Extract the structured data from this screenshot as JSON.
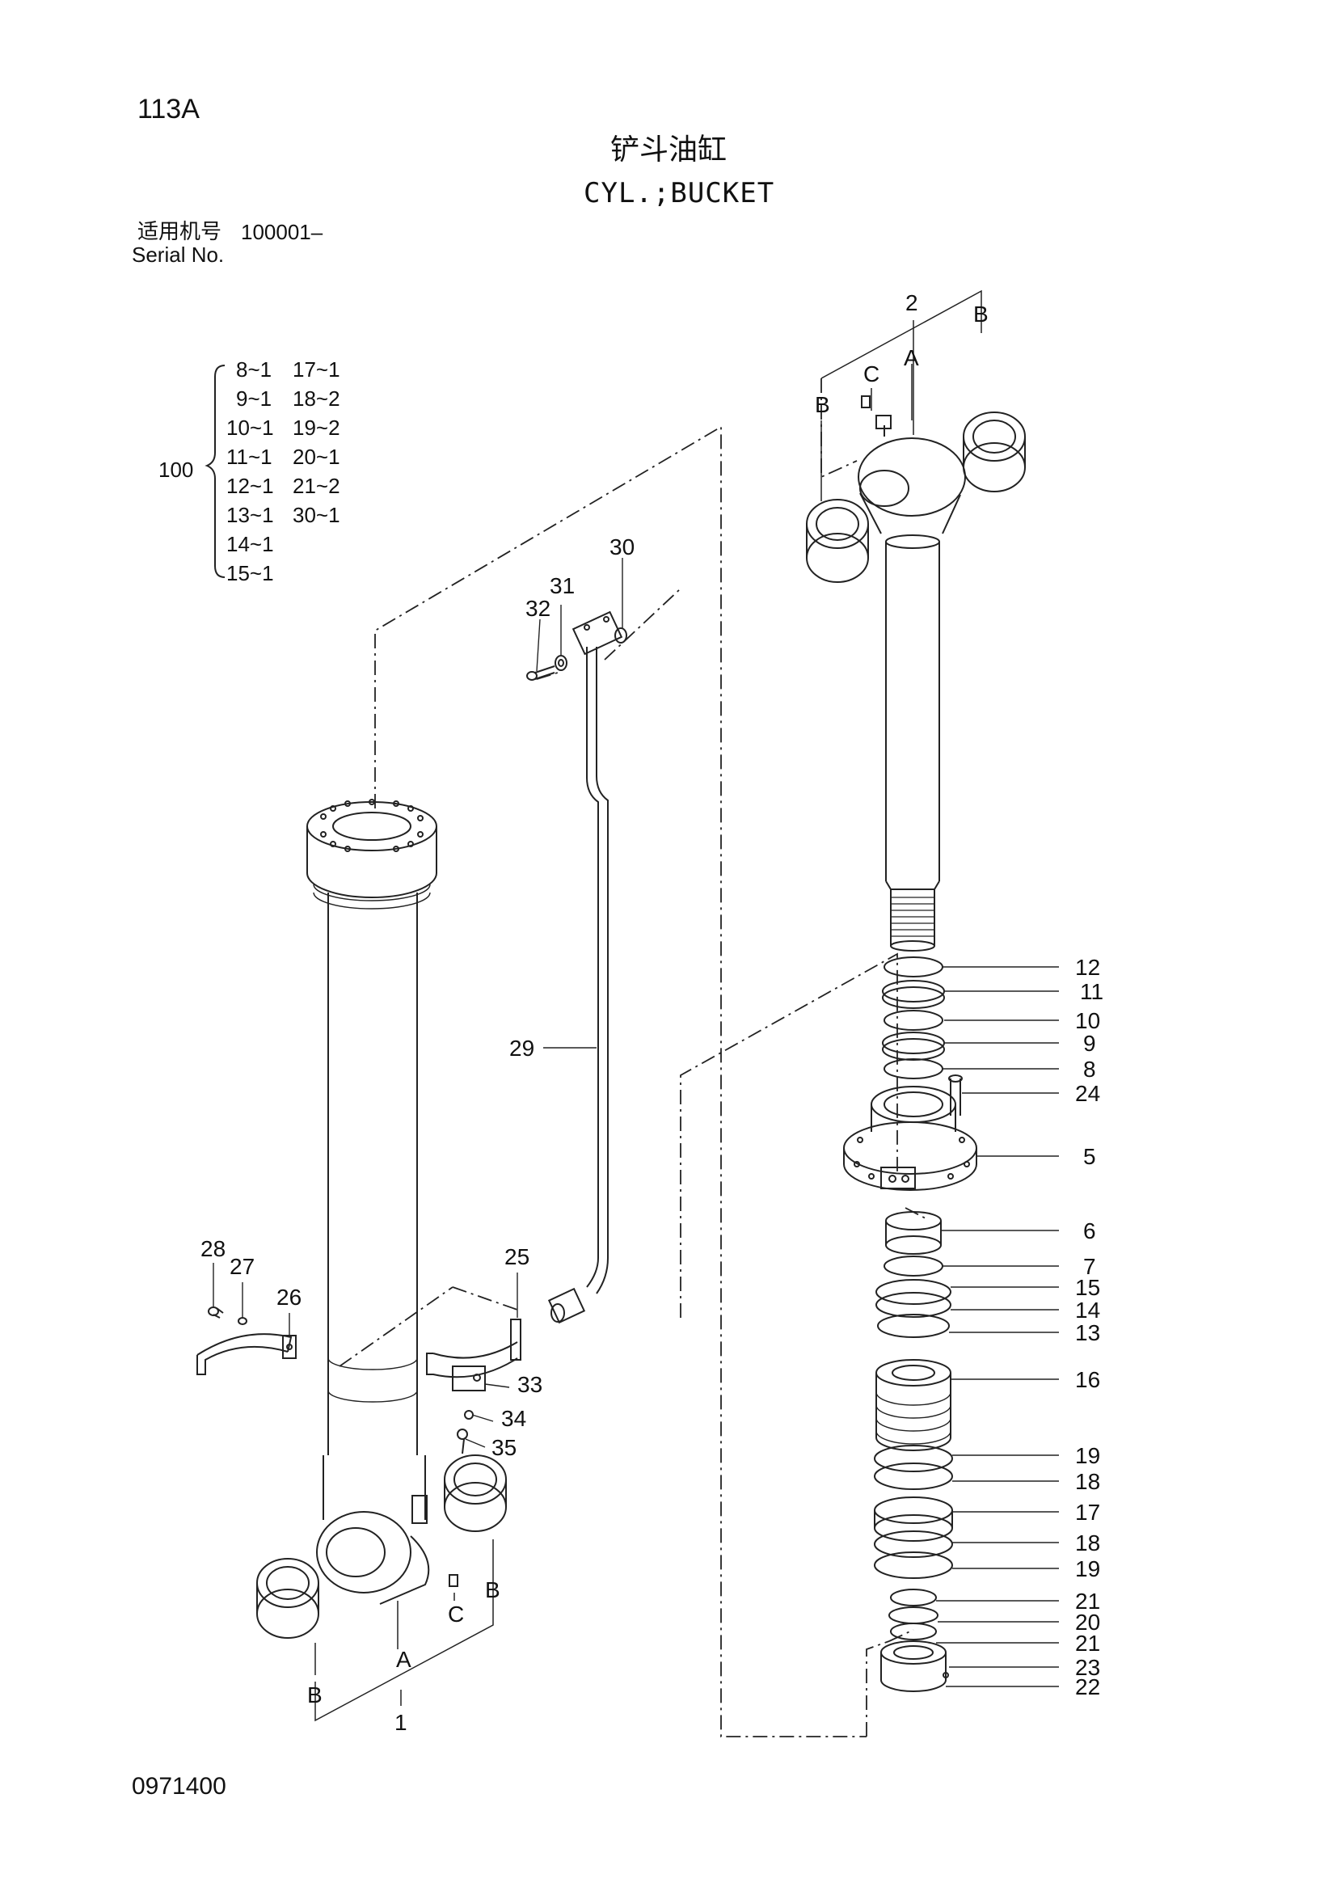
{
  "header": {
    "page_number": "113A",
    "title_cn": "铲斗油缸",
    "title_en": "CYL.;BUCKET",
    "serial_label_cn": "适用机号",
    "serial_value": "100001–",
    "serial_label_en": "Serial No."
  },
  "kit": {
    "label": "100",
    "col1": [
      "8~1",
      "9~1",
      "10~1",
      "11~1",
      "12~1",
      "13~1",
      "14~1",
      "15~1"
    ],
    "col2": [
      "17~1",
      "18~2",
      "19~2",
      "20~1",
      "21~2",
      "30~1"
    ]
  },
  "callouts": {
    "n1": "1",
    "n2": "2",
    "n5": "5",
    "n6": "6",
    "n7": "7",
    "n8": "8",
    "n9": "9",
    "n10": "10",
    "n11": "11",
    "n12": "12",
    "n13": "13",
    "n14": "14",
    "n15": "15",
    "n16": "16",
    "n17": "17",
    "n18a": "18",
    "n18b": "18",
    "n19a": "19",
    "n19b": "19",
    "n20": "20",
    "n21a": "21",
    "n21b": "21",
    "n22": "22",
    "n23": "23",
    "n24": "24",
    "n25": "25",
    "n26": "26",
    "n27": "27",
    "n28": "28",
    "n29": "29",
    "n30": "30",
    "n31": "31",
    "n32": "32",
    "n33": "33",
    "n34": "34",
    "n35": "35",
    "l_A_top": "A",
    "l_B_top_left": "B",
    "l_B_top_right": "B",
    "l_C_top": "C",
    "l_A_bot": "A",
    "l_B_bot_left": "B",
    "l_B_bot_right": "B",
    "l_C_bot": "C"
  },
  "footer": {
    "doc_number": "0971400"
  }
}
